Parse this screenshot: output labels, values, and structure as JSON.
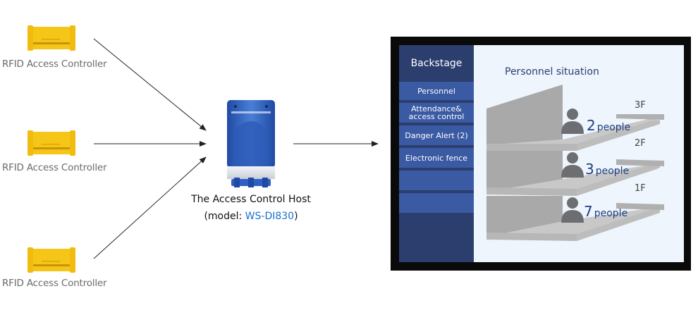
{
  "controllers": [
    {
      "label": "RFID Access Controller",
      "icon": "rfid-controller-icon"
    },
    {
      "label": "RFID Access Controller",
      "icon": "rfid-controller-icon"
    },
    {
      "label": "RFID Access Controller",
      "icon": "rfid-controller-icon"
    }
  ],
  "host": {
    "title": "The Access Control Host",
    "model_prefix": "(model: ",
    "model_value": "WS-DI830",
    "model_suffix": ")",
    "icon": "access-control-host-device-icon"
  },
  "screen": {
    "sidebar": {
      "title": "Backstage",
      "items": [
        {
          "label": "Personnel"
        },
        {
          "label": "Attendance& access control"
        },
        {
          "label": "Danger Alert (2)"
        },
        {
          "label": "Electronic fence"
        },
        {
          "label": ""
        },
        {
          "label": ""
        }
      ]
    },
    "main": {
      "title": "Personnel situation",
      "floors": [
        {
          "name": "3F",
          "count": "2",
          "unit": "people"
        },
        {
          "name": "2F",
          "count": "3",
          "unit": "people"
        },
        {
          "name": "1F",
          "count": "7",
          "unit": "people"
        }
      ]
    }
  },
  "colors": {
    "rfid_yellow": "#f5c518",
    "host_blue": "#2f5bb3",
    "sidebar_dark": "#2b3e6e",
    "sidebar_item": "#3a5aa3",
    "screen_bg": "#eef5fd",
    "count_text": "#1f3d82",
    "model_link": "#1a6fcf"
  }
}
